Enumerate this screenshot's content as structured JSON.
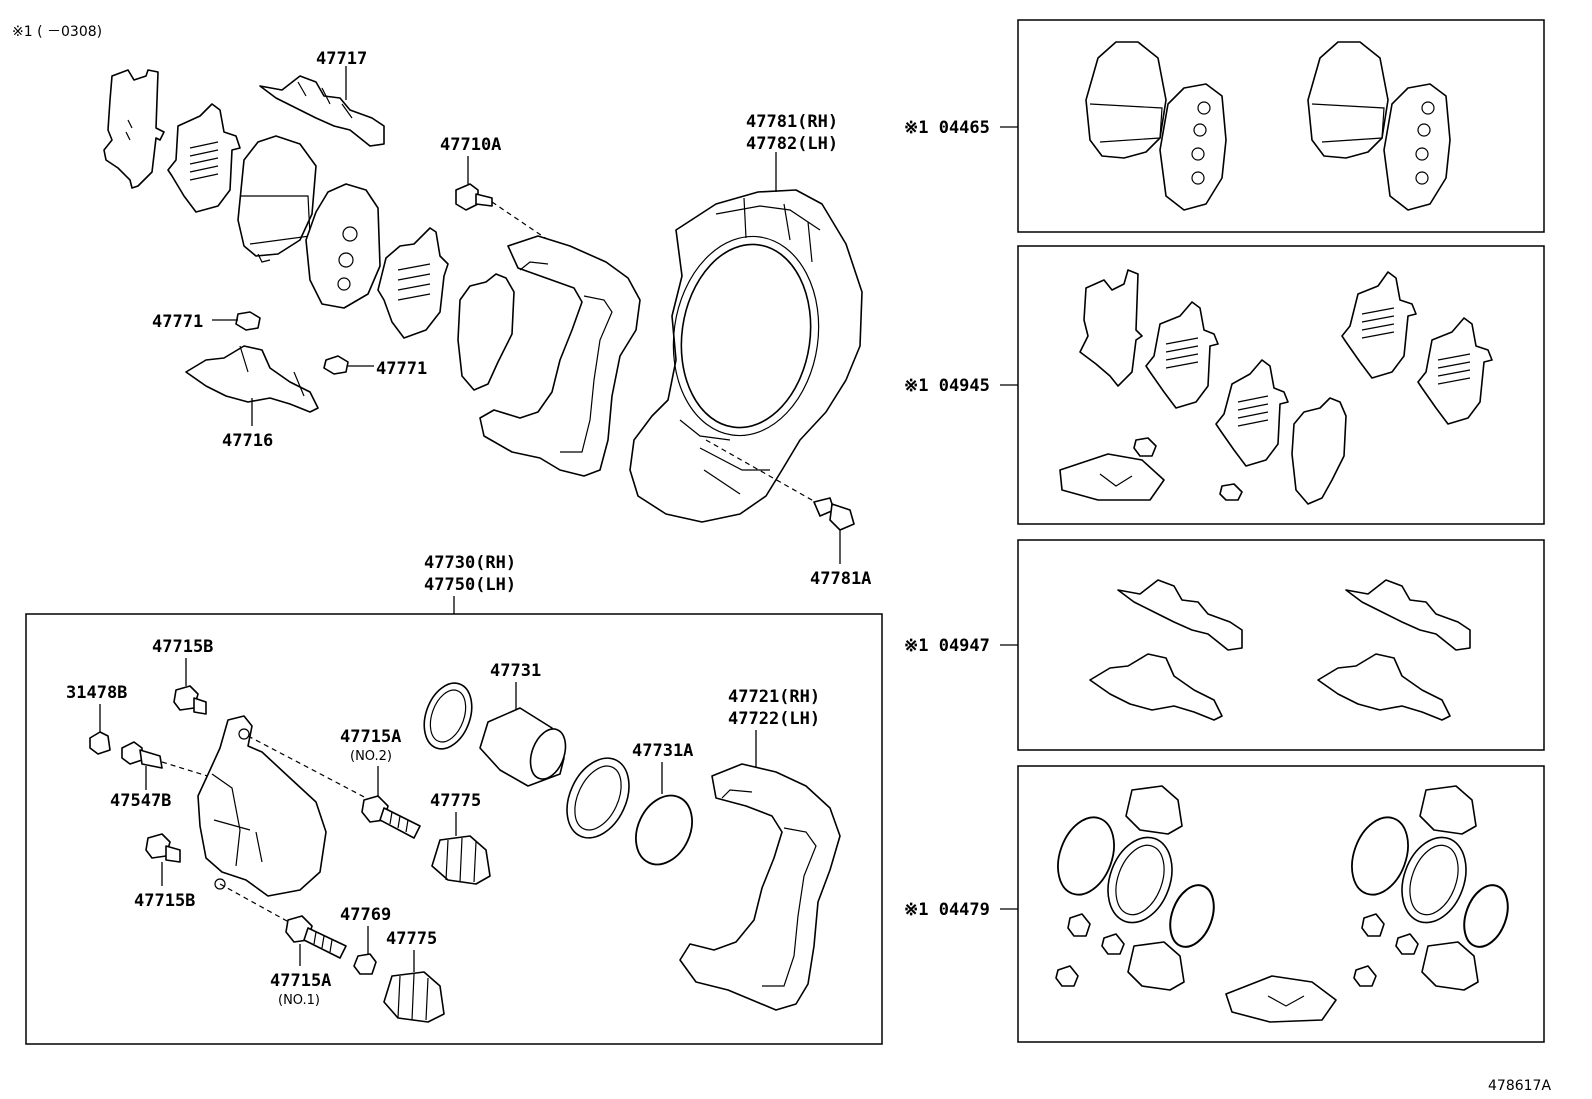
{
  "note": "※1 (      －0308)",
  "diagram_id": "478617A",
  "labels": {
    "p47717": "47717",
    "p47710A": "47710A",
    "p47781": "47781(RH)",
    "p47782": "47782(LH)",
    "p47771a": "47771",
    "p47771b": "47771",
    "p47716": "47716",
    "p47781A": "47781A",
    "p47730": "47730(RH)",
    "p47750": "47750(LH)",
    "p47715B_top": "47715B",
    "p31478B": "31478B",
    "p47547B": "47547B",
    "p47715B_bot": "47715B",
    "p47715A_no2": "47715A",
    "no2": "(NO.2)",
    "p47775a": "47775",
    "p47731": "47731",
    "p47731A": "47731A",
    "p47721": "47721(RH)",
    "p47722": "47722(LH)",
    "p47769": "47769",
    "p47775b": "47775",
    "p47715A_no1": "47715A",
    "no1": "(NO.1)"
  },
  "kits": [
    {
      "label": "※1 04465"
    },
    {
      "label": "※1 04945"
    },
    {
      "label": "※1 04947"
    },
    {
      "label": "※1 04479"
    }
  ]
}
